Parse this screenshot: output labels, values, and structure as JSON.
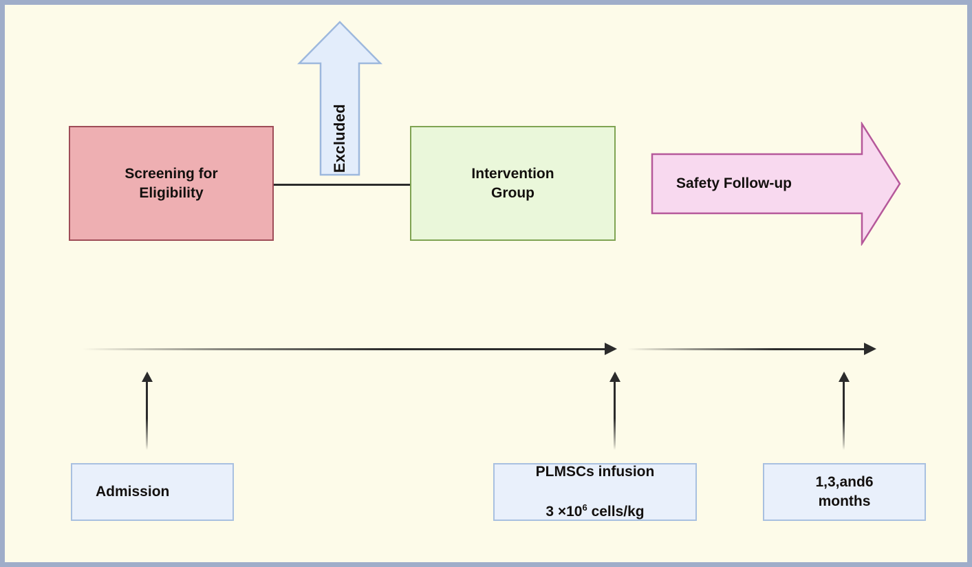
{
  "diagram": {
    "title": "Clinical trial flow and timeline diagram",
    "background_color": "#fdfbe9",
    "frame_color": "#9fadc9",
    "nodes": {
      "screening": {
        "label": "Screening for\nEligibility",
        "fill": "#eeafb2",
        "stroke": "#9e4c57",
        "shape": "rectangle"
      },
      "intervention": {
        "label": "Intervention\nGroup",
        "fill": "#eaf7da",
        "stroke": "#7fa352",
        "shape": "rectangle"
      },
      "excluded": {
        "label": "Excluded",
        "fill": "#e3edfb",
        "stroke": "#9db8dd",
        "shape": "up-arrow",
        "orientation": "vertical"
      },
      "safety_followup": {
        "label": "Safety Follow-up",
        "fill": "#f8d9ef",
        "stroke": "#b5589a",
        "shape": "right-arrow"
      }
    },
    "timeline": {
      "axis_color": "#2b2b2b",
      "segments": [
        {
          "name": "segment-one",
          "style": "fade-to-solid-arrow"
        },
        {
          "name": "segment-two",
          "style": "fade-to-solid-arrow"
        }
      ],
      "events": [
        {
          "id": "admission",
          "label": "Admission",
          "fill": "#e9f0fb",
          "stroke": "#a8c0e0"
        },
        {
          "id": "infusion",
          "label_line1": "PLMSCs infusion",
          "label_line2_pre": "3 ×10",
          "label_line2_sup": "6",
          "label_line2_post": " cells/kg",
          "fill": "#e9f0fb",
          "stroke": "#a8c0e0"
        },
        {
          "id": "followup",
          "label": "1,3,and6\nmonths",
          "fill": "#e9f0fb",
          "stroke": "#a8c0e0"
        }
      ]
    }
  }
}
